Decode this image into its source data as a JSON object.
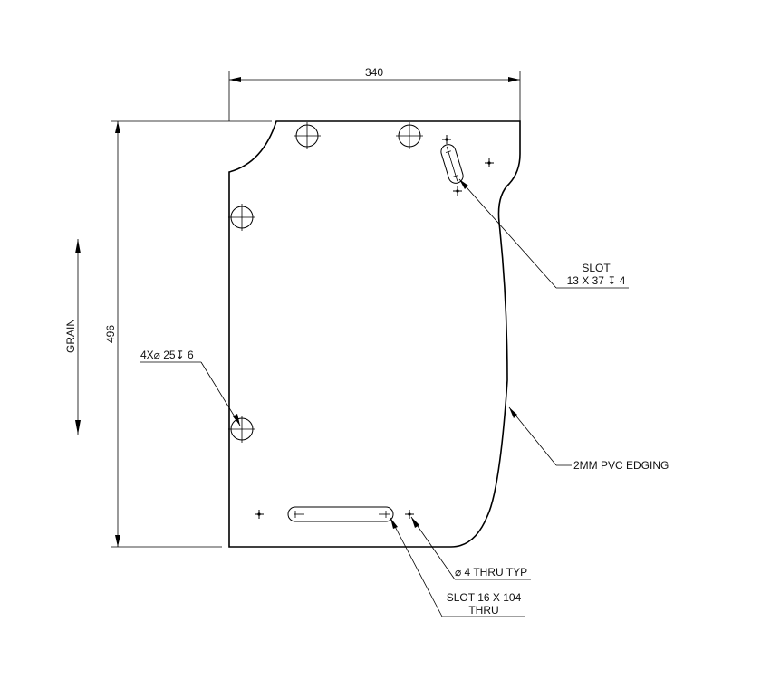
{
  "drawing": {
    "dim_width": "340",
    "dim_height": "496",
    "grain_label": "GRAIN",
    "holes_note": "4X⌀ 25↧ 6",
    "slot_top": {
      "line1": "SLOT",
      "line2": "13 X 37 ↧ 4"
    },
    "edging_note": "2MM PVC EDGING",
    "thru_hole_note": "⌀ 4 THRU TYP",
    "slot_bottom": {
      "line1": "SLOT 16 X 104",
      "line2": "THRU"
    }
  }
}
